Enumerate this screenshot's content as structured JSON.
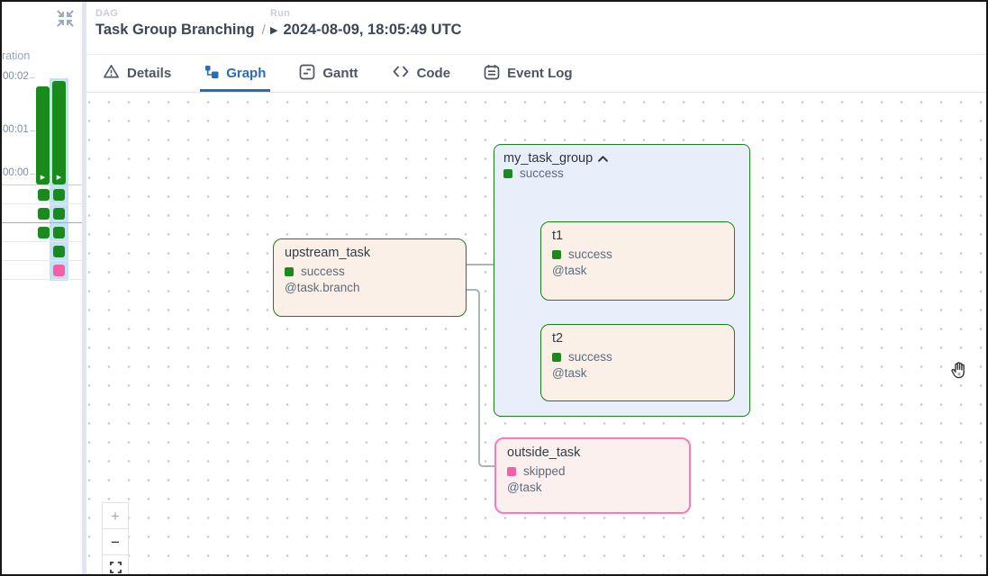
{
  "colors": {
    "success": "#1a8a1d",
    "success_border": "#178217",
    "skipped": "#f45fa8",
    "skipped_border": "#fa7ab8",
    "node_bg": "#fbf0e7",
    "skipped_bg": "#fcf0ef",
    "group_bg": "#e9effa",
    "accent": "#2a6cb5",
    "edge": "#aab3c0",
    "run_highlight": "#c2e2f6"
  },
  "sidebar": {
    "duration_label": "ration",
    "axis_labels": [
      "00:02",
      "00:01",
      "00:00"
    ],
    "bars": [
      {
        "status": "success",
        "icon": "play-icon"
      },
      {
        "status": "success",
        "icon": "play-icon",
        "selected": true
      }
    ],
    "rows": [
      {
        "cells": [
          "success",
          "success"
        ]
      },
      {
        "cells": [
          "success",
          "success"
        ]
      },
      {
        "cells": [
          "success",
          "success"
        ]
      },
      {
        "cells": [
          null,
          "success"
        ]
      },
      {
        "cells": [
          null,
          "skipped"
        ]
      }
    ]
  },
  "header": {
    "dag_label": "DAG",
    "dag_title": "Task Group Branching",
    "separator": "/",
    "run_label": "Run",
    "run_play_icon": "play-icon",
    "run_date": "2024-08-09, 18:05:49 UTC"
  },
  "tabs": [
    {
      "label": "Details",
      "icon": "warning-icon",
      "active": false
    },
    {
      "label": "Graph",
      "icon": "graph-icon",
      "active": true
    },
    {
      "label": "Gantt",
      "icon": "gantt-icon",
      "active": false
    },
    {
      "label": "Code",
      "icon": "code-icon",
      "active": false
    },
    {
      "label": "Event Log",
      "icon": "event-log-icon",
      "active": false
    }
  ],
  "graph": {
    "group": {
      "title": "my_task_group",
      "status": "success",
      "collapse_icon": "chevron-up-icon"
    },
    "nodes": {
      "upstream": {
        "title": "upstream_task",
        "status": "success",
        "operator": "@task.branch"
      },
      "t1": {
        "title": "t1",
        "status": "success",
        "operator": "@task"
      },
      "t2": {
        "title": "t2",
        "status": "success",
        "operator": "@task"
      },
      "outside": {
        "title": "outside_task",
        "status": "skipped",
        "operator": "@task"
      }
    }
  },
  "zoom_controls": {
    "zoom_in": "+",
    "zoom_out": "−",
    "fullscreen_icon": "fullscreen-icon"
  },
  "cursor": {
    "icon": "grab-hand-icon"
  }
}
